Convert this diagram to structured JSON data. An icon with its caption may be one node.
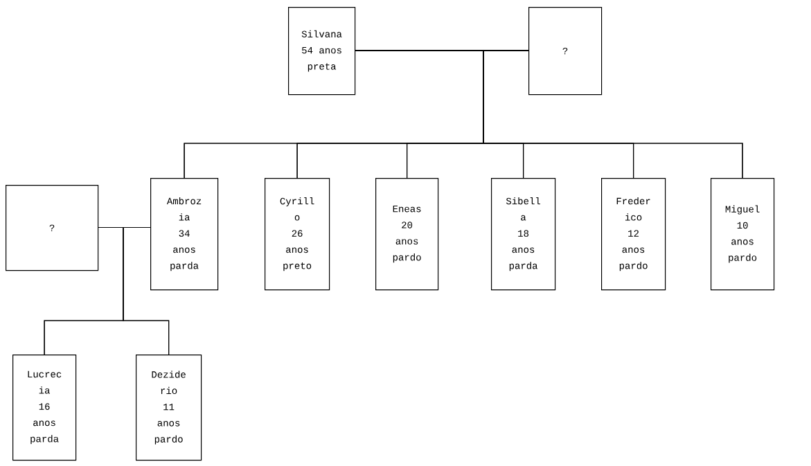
{
  "diagram": {
    "nodes": [
      {
        "text": [
          "Silvana",
          "54 anos",
          "preta"
        ]
      },
      {
        "text": [
          "?"
        ]
      },
      {
        "text": [
          "Ambroz ia",
          "34 anos",
          "parda"
        ]
      },
      {
        "text": [
          "Cyrill o",
          "26 anos",
          "preto"
        ]
      },
      {
        "text": [
          "Eneas",
          "20 anos",
          "pardo"
        ]
      },
      {
        "text": [
          "Sibell a",
          "18 anos",
          "parda"
        ]
      },
      {
        "text": [
          "Freder ico",
          "12 anos",
          "pardo"
        ]
      },
      {
        "text": [
          "Miguel",
          "10 anos",
          "pardo"
        ]
      },
      {
        "text": [
          "?"
        ]
      },
      {
        "text": [
          "Lucrec ia",
          "16 anos",
          "parda"
        ]
      },
      {
        "text": [
          "Dezide rio",
          "11 anos",
          "pardo"
        ]
      }
    ],
    "edges": [
      {
        "from": 0,
        "to": 1,
        "arrow": "none"
      },
      {
        "from": 0,
        "to": 2,
        "arrow": "none"
      },
      {
        "from": 0,
        "to": 3,
        "arrow": "none"
      },
      {
        "from": 0,
        "to": 4,
        "arrow": "none"
      },
      {
        "from": 0,
        "to": 5,
        "arrow": "none"
      },
      {
        "from": 0,
        "to": 6,
        "arrow": "none"
      },
      {
        "from": 0,
        "to": 7,
        "arrow": "none"
      },
      {
        "from": 1,
        "to": 2,
        "arrow": "none"
      },
      {
        "from": 1,
        "to": 3,
        "arrow": "none"
      },
      {
        "from": 1,
        "to": 4,
        "arrow": "none"
      },
      {
        "from": 1,
        "to": 5,
        "arrow": "none"
      },
      {
        "from": 1,
        "to": 6,
        "arrow": "none"
      },
      {
        "from": 1,
        "to": 7,
        "arrow": "none"
      },
      {
        "from": 8,
        "to": 2,
        "arrow": "none"
      },
      {
        "from": 8,
        "to": 9,
        "arrow": "none"
      },
      {
        "from": 8,
        "to": 10,
        "arrow": "none"
      },
      {
        "from": 2,
        "to": 9,
        "arrow": "none"
      },
      {
        "from": 2,
        "to": 10,
        "arrow": "none"
      }
    ]
  }
}
